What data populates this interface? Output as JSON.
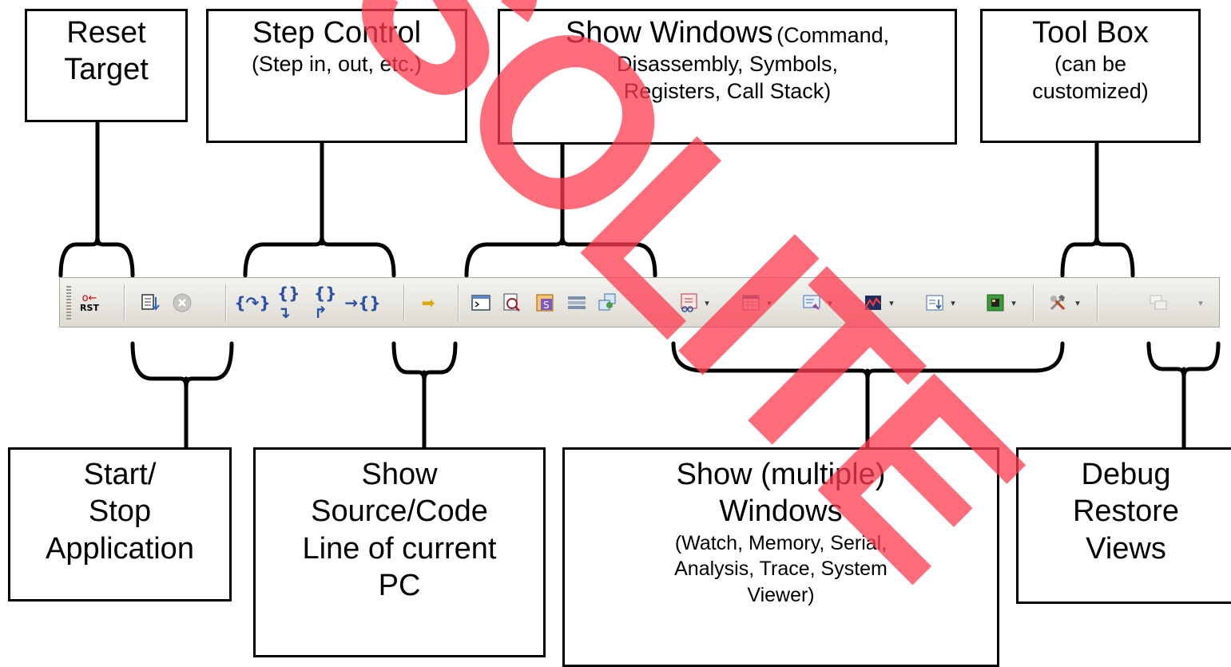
{
  "top_labels": {
    "reset_target": [
      "Reset",
      "Target"
    ],
    "step_control": {
      "title": "Step Control",
      "detail": "(Step in, out, etc.)"
    },
    "show_windows": {
      "title": "Show Windows",
      "detail_a": "(Command,",
      "lines": [
        "Disassembly, Symbols,",
        "Registers, Call Stack)"
      ]
    },
    "tool_box": {
      "title": "Tool Box",
      "lines": [
        "(can be",
        "customized)"
      ]
    }
  },
  "bottom_labels": {
    "start_stop": [
      "Start/",
      "Stop",
      "Application"
    ],
    "show_source": [
      "Show",
      "Source/Code",
      "Line of current",
      "PC"
    ],
    "show_multiple": {
      "lines": [
        "Show (multiple)",
        "Windows"
      ],
      "detail": [
        "(Watch, Memory, Serial,",
        "Analysis, Trace, System",
        "Viewer)"
      ]
    },
    "debug_restore": [
      "Debug",
      "Restore",
      "Views"
    ]
  },
  "toolbar": {
    "reset_button_text": "RST",
    "icons": [
      "reset-icon",
      "run-icon",
      "stop-icon",
      "step-in-icon",
      "step-over-icon",
      "step-out-icon",
      "run-to-cursor-icon",
      "show-pc-arrow-icon",
      "command-window-icon",
      "disassembly-window-icon",
      "symbols-window-icon",
      "registers-window-icon",
      "call-stack-window-icon",
      "watch-window-icon",
      "memory-window-icon",
      "serial-window-icon",
      "analysis-window-icon",
      "trace-window-icon",
      "system-viewer-icon",
      "toolbox-icon",
      "restore-views-icon"
    ]
  },
  "watermark": {
    "text": "SOLITE",
    "color": "#ff3b4e"
  }
}
